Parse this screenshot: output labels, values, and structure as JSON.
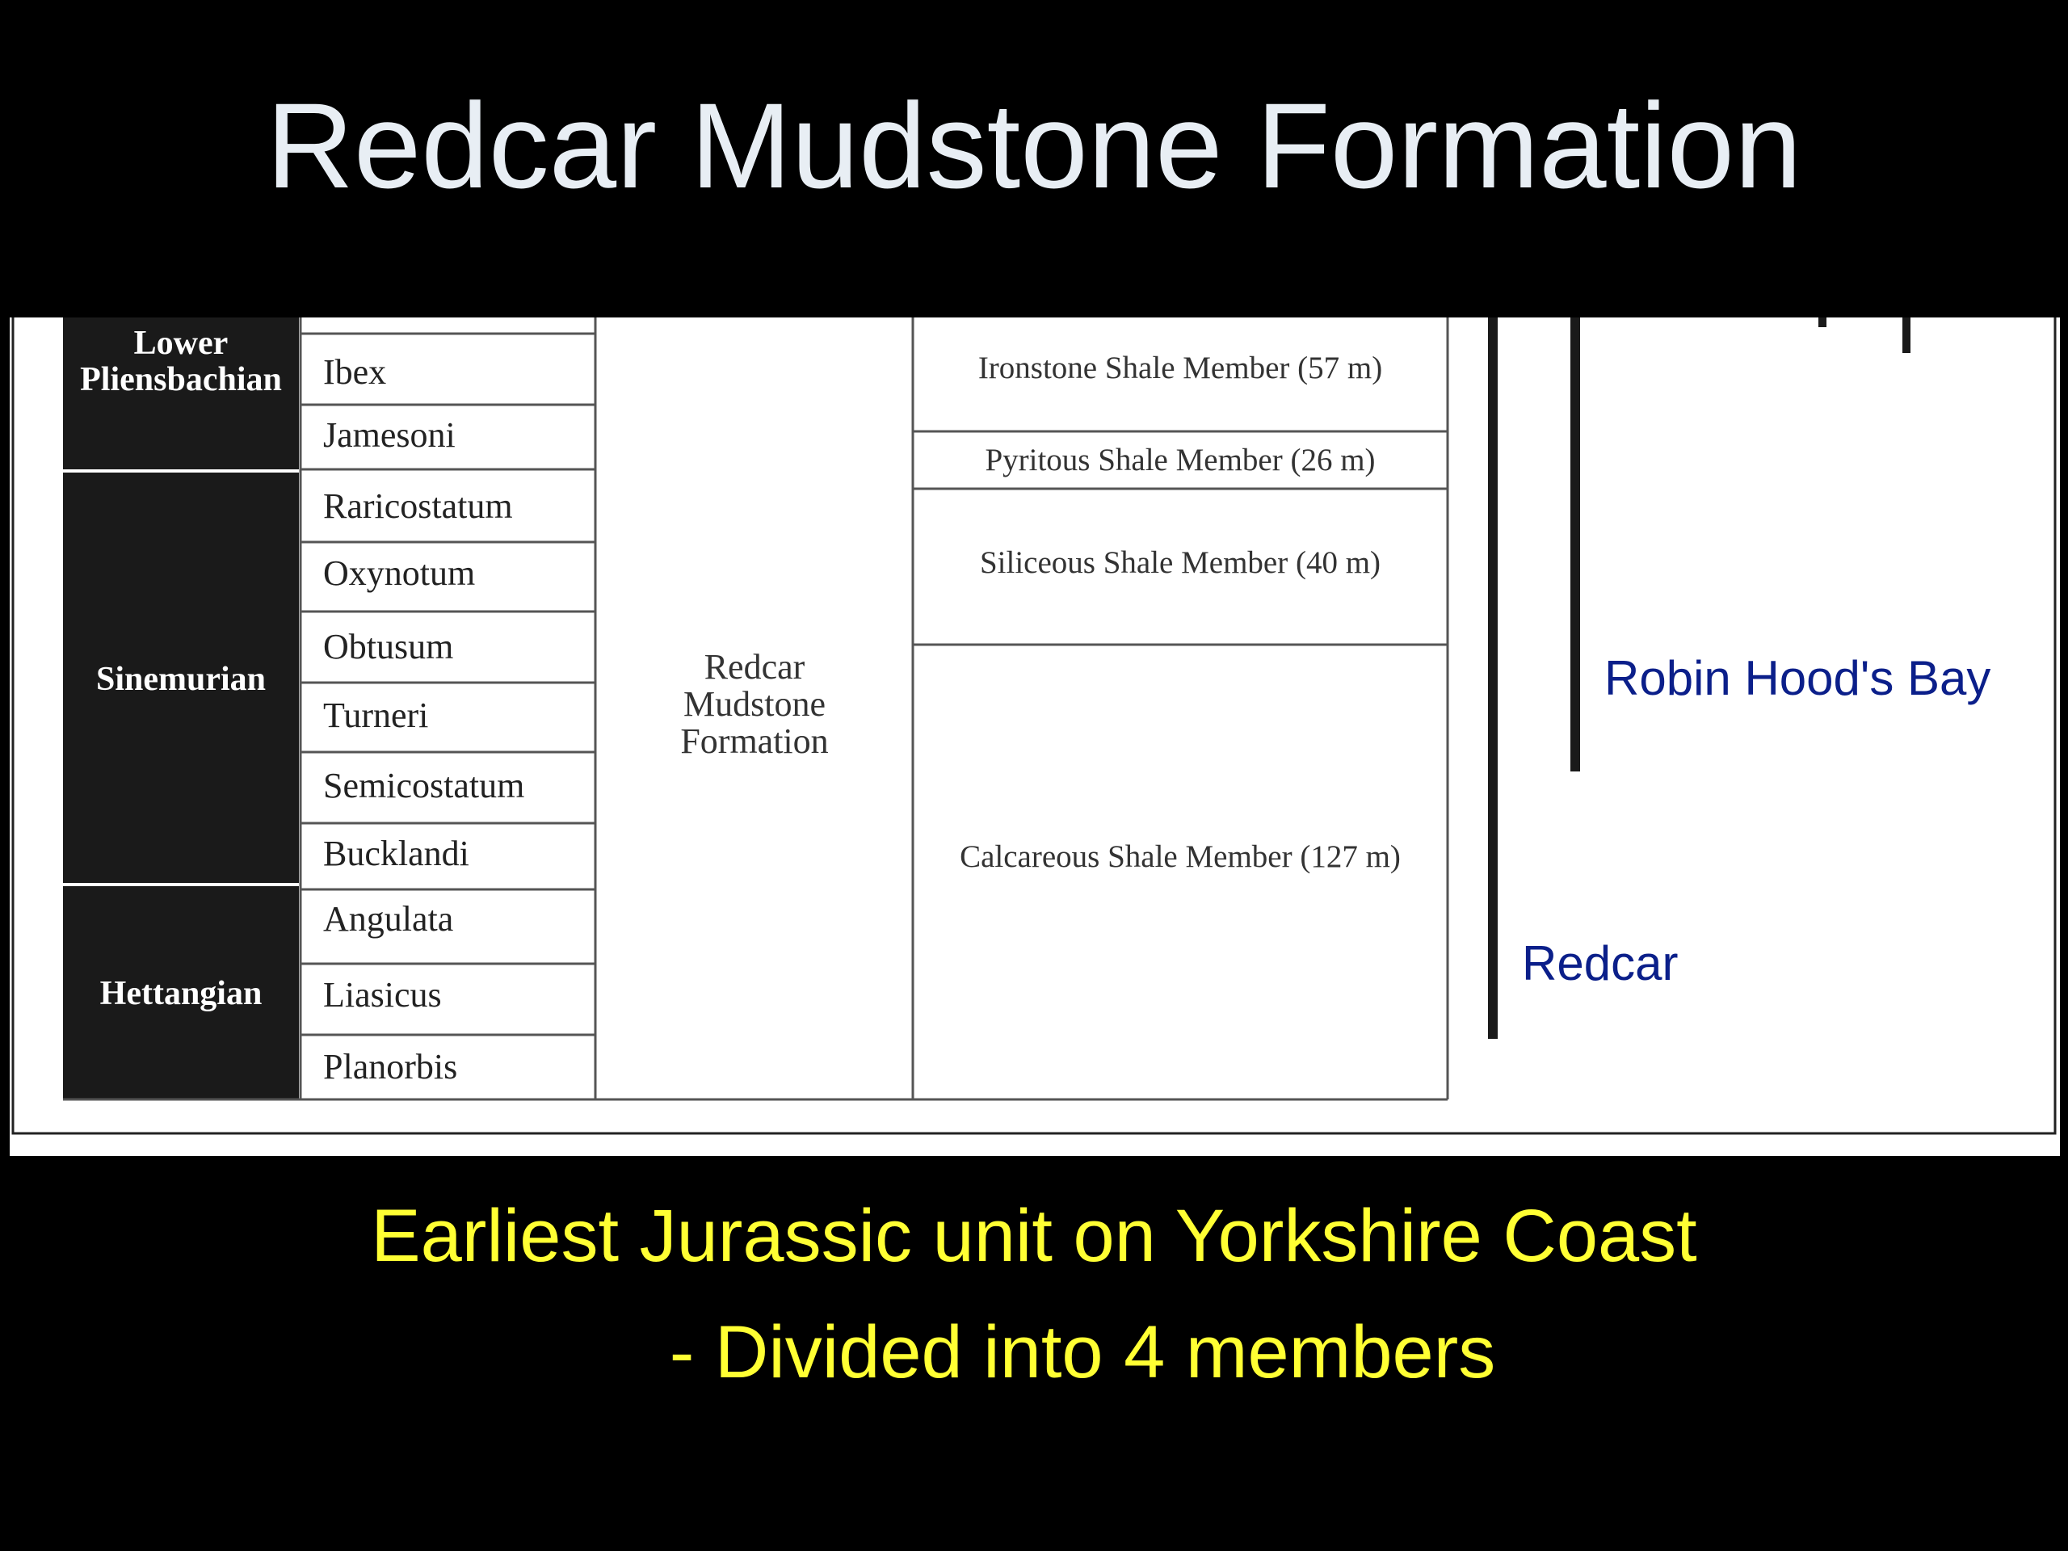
{
  "slide": {
    "title": "Redcar Mudstone Formation",
    "captions": [
      "Earliest Jurassic unit on Yorkshire Coast",
      "- Divided into 4 members"
    ]
  },
  "colors": {
    "background": "#000000",
    "title": "#e8eef4",
    "caption": "#ffff33",
    "stage_fill": "#1a1a1a",
    "location_text": "#0b1f8a"
  },
  "stratigraphy": {
    "stages": [
      {
        "name_lines": [
          "Lower",
          "Pliensbachian"
        ]
      },
      {
        "name_lines": [
          "Sinemurian"
        ]
      },
      {
        "name_lines": [
          "Hettangian"
        ]
      }
    ],
    "zones": [
      "Ibex",
      "Jamesoni",
      "Raricostatum",
      "Oxynotum",
      "Obtusum",
      "Turneri",
      "Semicostatum",
      "Bucklandi",
      "Angulata",
      "Liasicus",
      "Planorbis"
    ],
    "formation_lines": [
      "Redcar",
      "Mudstone",
      "Formation"
    ],
    "members": [
      "Ironstone Shale Member (57 m)",
      "Pyritous Shale Member (26 m)",
      "Siliceous Shale Member (40 m)",
      "Calcareous Shale Member (127 m)"
    ],
    "locations": [
      "Robin Hood's Bay",
      "Redcar"
    ]
  }
}
